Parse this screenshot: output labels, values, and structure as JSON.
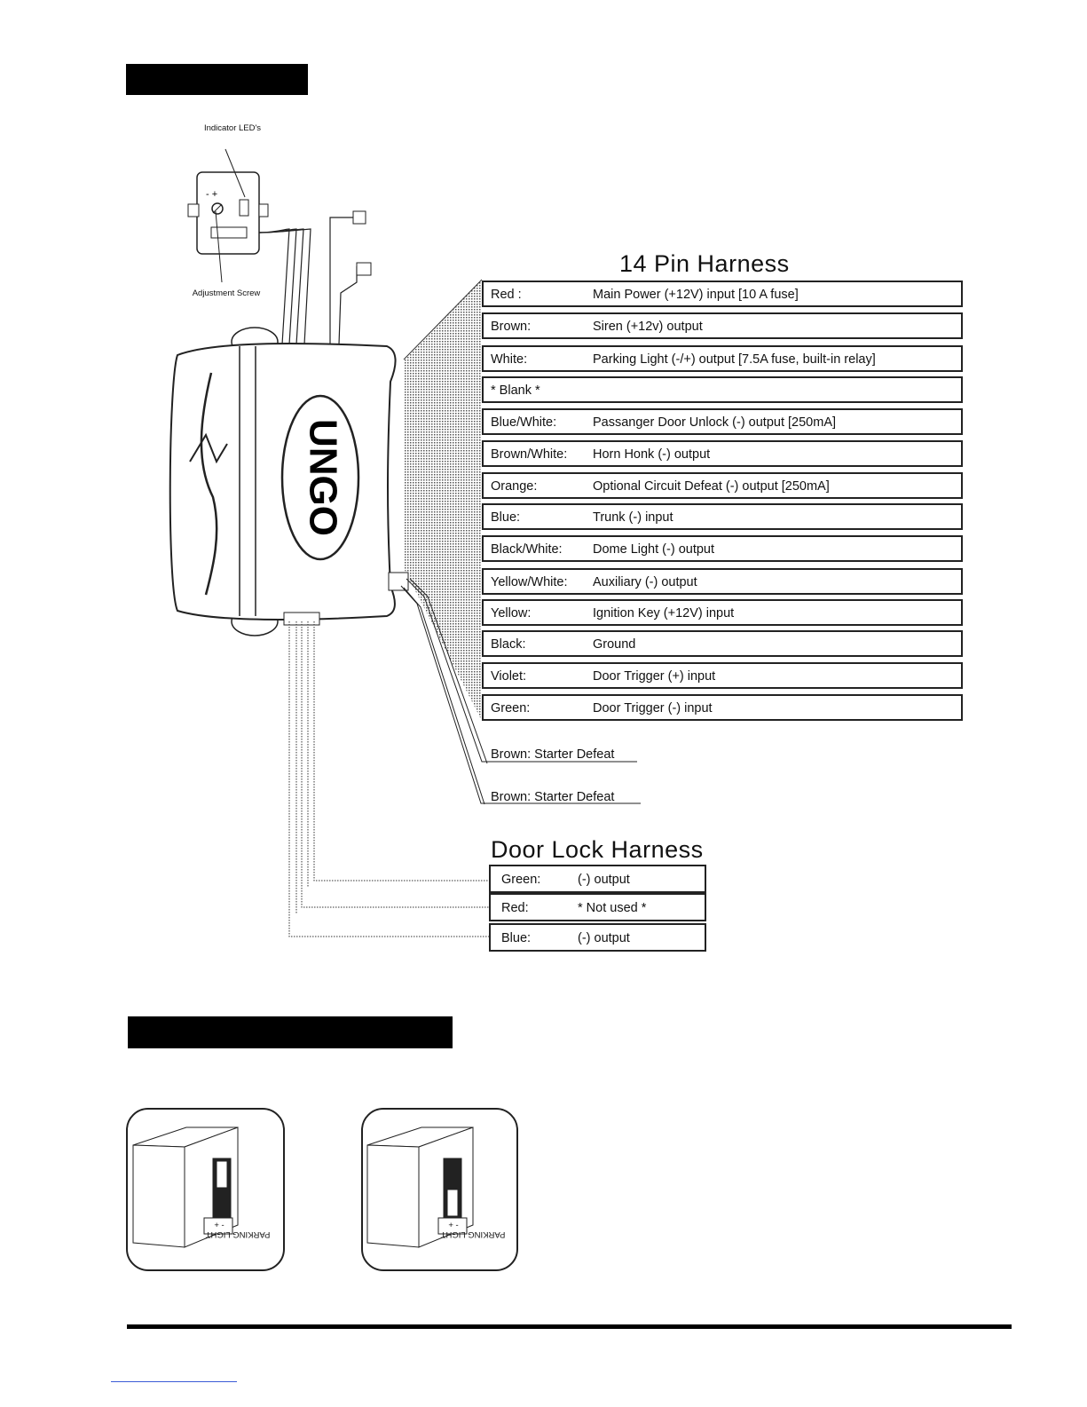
{
  "section_bars": [
    "",
    ""
  ],
  "module": {
    "indicator_label": "Indicator LED's",
    "adjustment_label": "Adjustment Screw",
    "brand": "UNGO"
  },
  "pin_harness": {
    "title": "14 Pin Harness",
    "rows": [
      {
        "color": "Red :",
        "desc": "Main Power (+12V) input [10 A fuse]"
      },
      {
        "color": "Brown:",
        "desc": "Siren (+12v) output"
      },
      {
        "color": "White:",
        "desc": "Parking Light (-/+) output  [7.5A fuse, built-in relay]"
      },
      {
        "color": "* Blank *",
        "desc": ""
      },
      {
        "color": "Blue/White:",
        "desc": "Passanger Door Unlock (-) output [250mA]"
      },
      {
        "color": "Brown/White:",
        "desc": "Horn Honk (-) output"
      },
      {
        "color": "Orange:",
        "desc": "Optional Circuit Defeat (-) output  [250mA]"
      },
      {
        "color": "Blue:",
        "desc": "Trunk (-) input"
      },
      {
        "color": "Black/White:",
        "desc": "Dome Light (-) output"
      },
      {
        "color": "Yellow/White:",
        "desc": "Auxiliary (-) output"
      },
      {
        "color": "Yellow:",
        "desc": "Ignition Key (+12V) input"
      },
      {
        "color": "Black:",
        "desc": "Ground"
      },
      {
        "color": "Violet:",
        "desc": "Door Trigger (+) input"
      },
      {
        "color": "Green:",
        "desc": "Door Trigger (-) input"
      }
    ]
  },
  "starter_wires": [
    "Brown: Starter Defeat",
    "Brown: Starter Defeat"
  ],
  "door_lock_harness": {
    "title": "Door Lock Harness",
    "rows": [
      {
        "color": "Green:",
        "desc": "(-) output"
      },
      {
        "color": "Red:",
        "desc": "* Not used *"
      },
      {
        "color": "Blue:",
        "desc": "(-) output"
      }
    ]
  },
  "jumper_panels": [
    {
      "label": "PARKING LIGHT",
      "marks": "+ -"
    },
    {
      "label": "PARKING LIGHT",
      "marks": "+ -"
    }
  ]
}
